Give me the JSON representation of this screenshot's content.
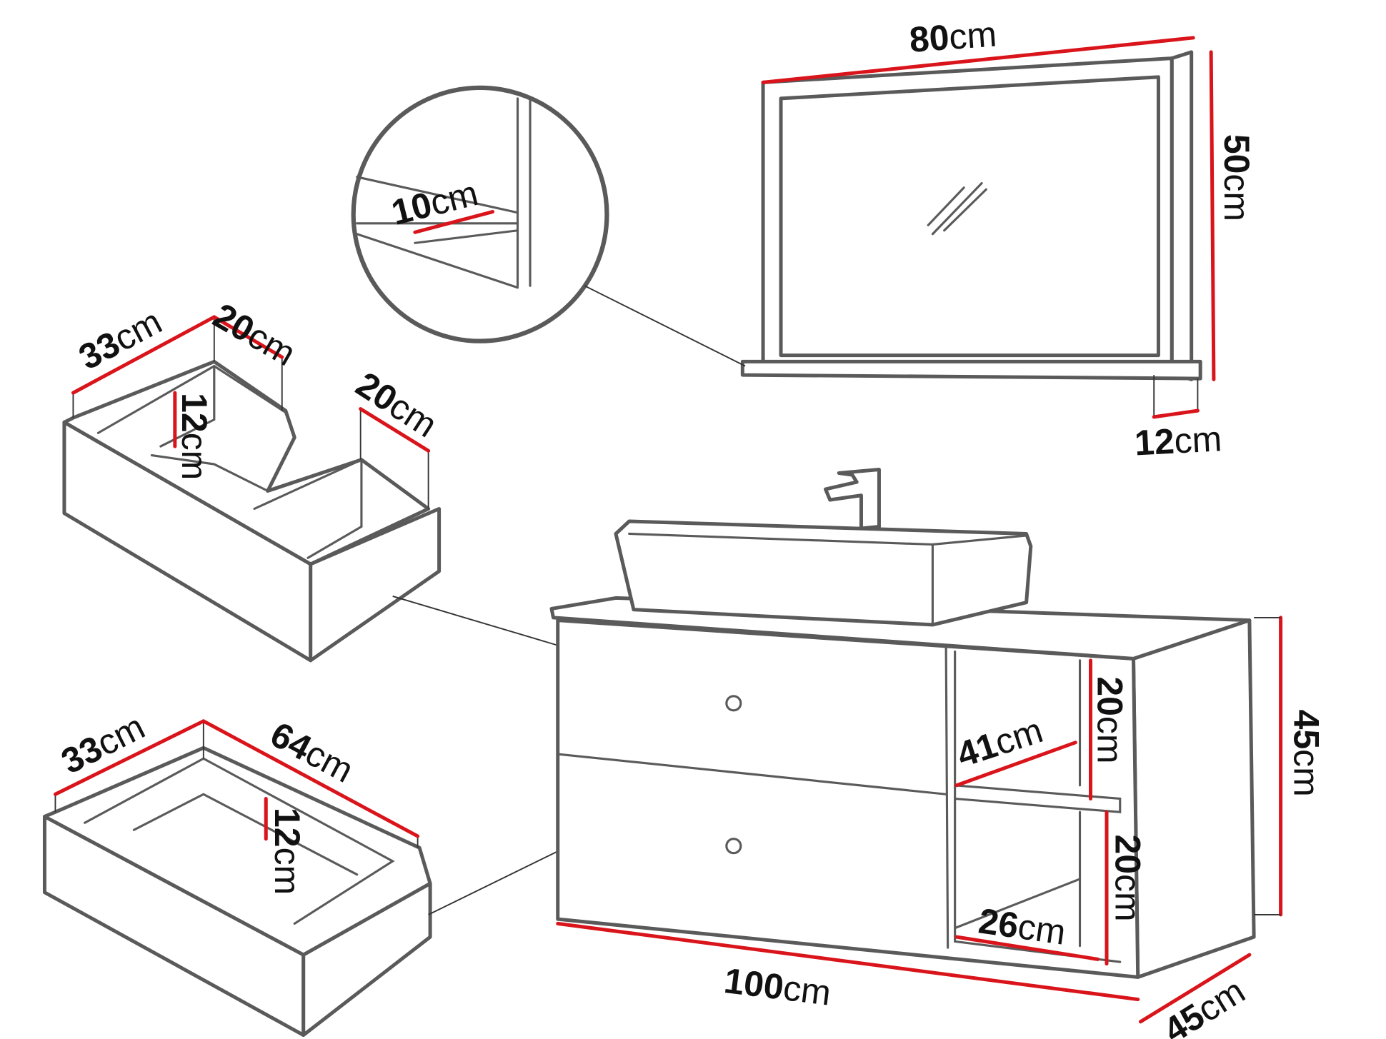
{
  "mirror": {
    "width": "80",
    "height": "50",
    "shelf_depth": "12",
    "unit": "cm"
  },
  "detail": {
    "shelf_depth": "10",
    "unit": "cm"
  },
  "top_drawer": {
    "depth": "33",
    "left_width": "20",
    "height": "12",
    "right_width": "20",
    "unit": "cm"
  },
  "bottom_drawer": {
    "depth": "33",
    "width": "64",
    "height": "12",
    "unit": "cm"
  },
  "cabinet": {
    "width": "100",
    "height": "45",
    "depth": "45",
    "shelf_depth": "41",
    "shelf_width": "26",
    "upper_shelf_height": "20",
    "lower_shelf_height": "20",
    "unit": "cm"
  },
  "colors": {
    "dimension_line": "#d9141b",
    "outline": "#5a5a5a"
  }
}
